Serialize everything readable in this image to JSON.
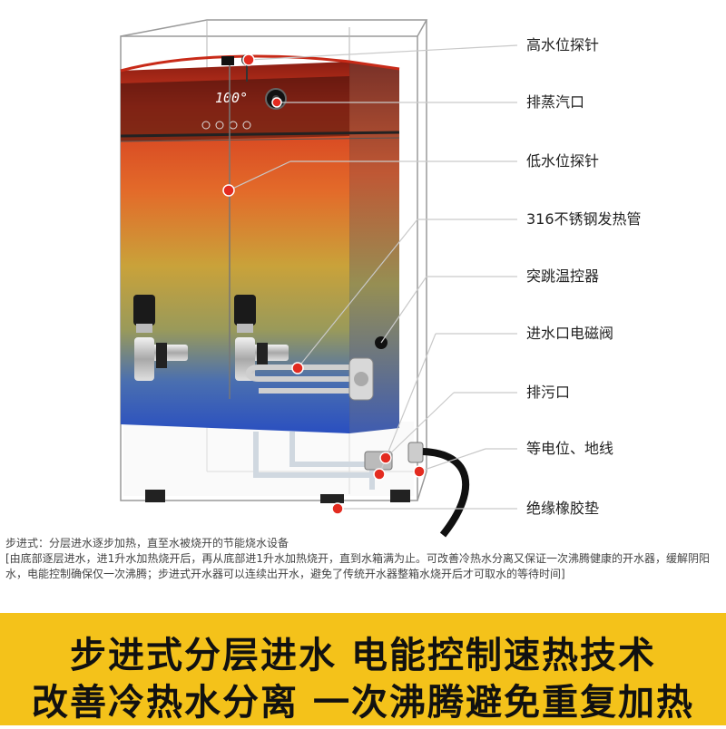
{
  "callouts": [
    {
      "label": "高水位探针"
    },
    {
      "label": "排蒸汽口"
    },
    {
      "label": "低水位探针"
    },
    {
      "label": "316不锈钢发热管"
    },
    {
      "label": "突跳温控器"
    },
    {
      "label": "进水口电磁阀"
    },
    {
      "label": "排污口"
    },
    {
      "label": "等电位、地线"
    },
    {
      "label": "绝缘橡胶垫"
    }
  ],
  "display": {
    "temperature": "100°"
  },
  "brand_badge": "",
  "description": {
    "title": "步进式：分层进水逐步加热，直至水被烧开的节能烧水设备",
    "body": "[由底部逐层进水，进1升水加热烧开后，再从底部进1升水加热烧开，直到水箱满为止。可改善冷热水分离又保证一次沸腾健康的开水器，缓解阴阳水，电能控制确保仅一次沸腾；步进式开水器可以连续出开水，避免了传统开水器整箱水烧开后才可取水的等待时间]"
  },
  "banner": {
    "line1": "步进式分层进水 电能控制速热技术",
    "line2": "改善冷热水分离 一次沸腾避免重复加热"
  },
  "colors": {
    "hot": "#e8331f",
    "warm": "#d9b43a",
    "cold": "#2a55c8",
    "callout_red": "#e32b20",
    "banner_yellow": "#f4c21a"
  }
}
